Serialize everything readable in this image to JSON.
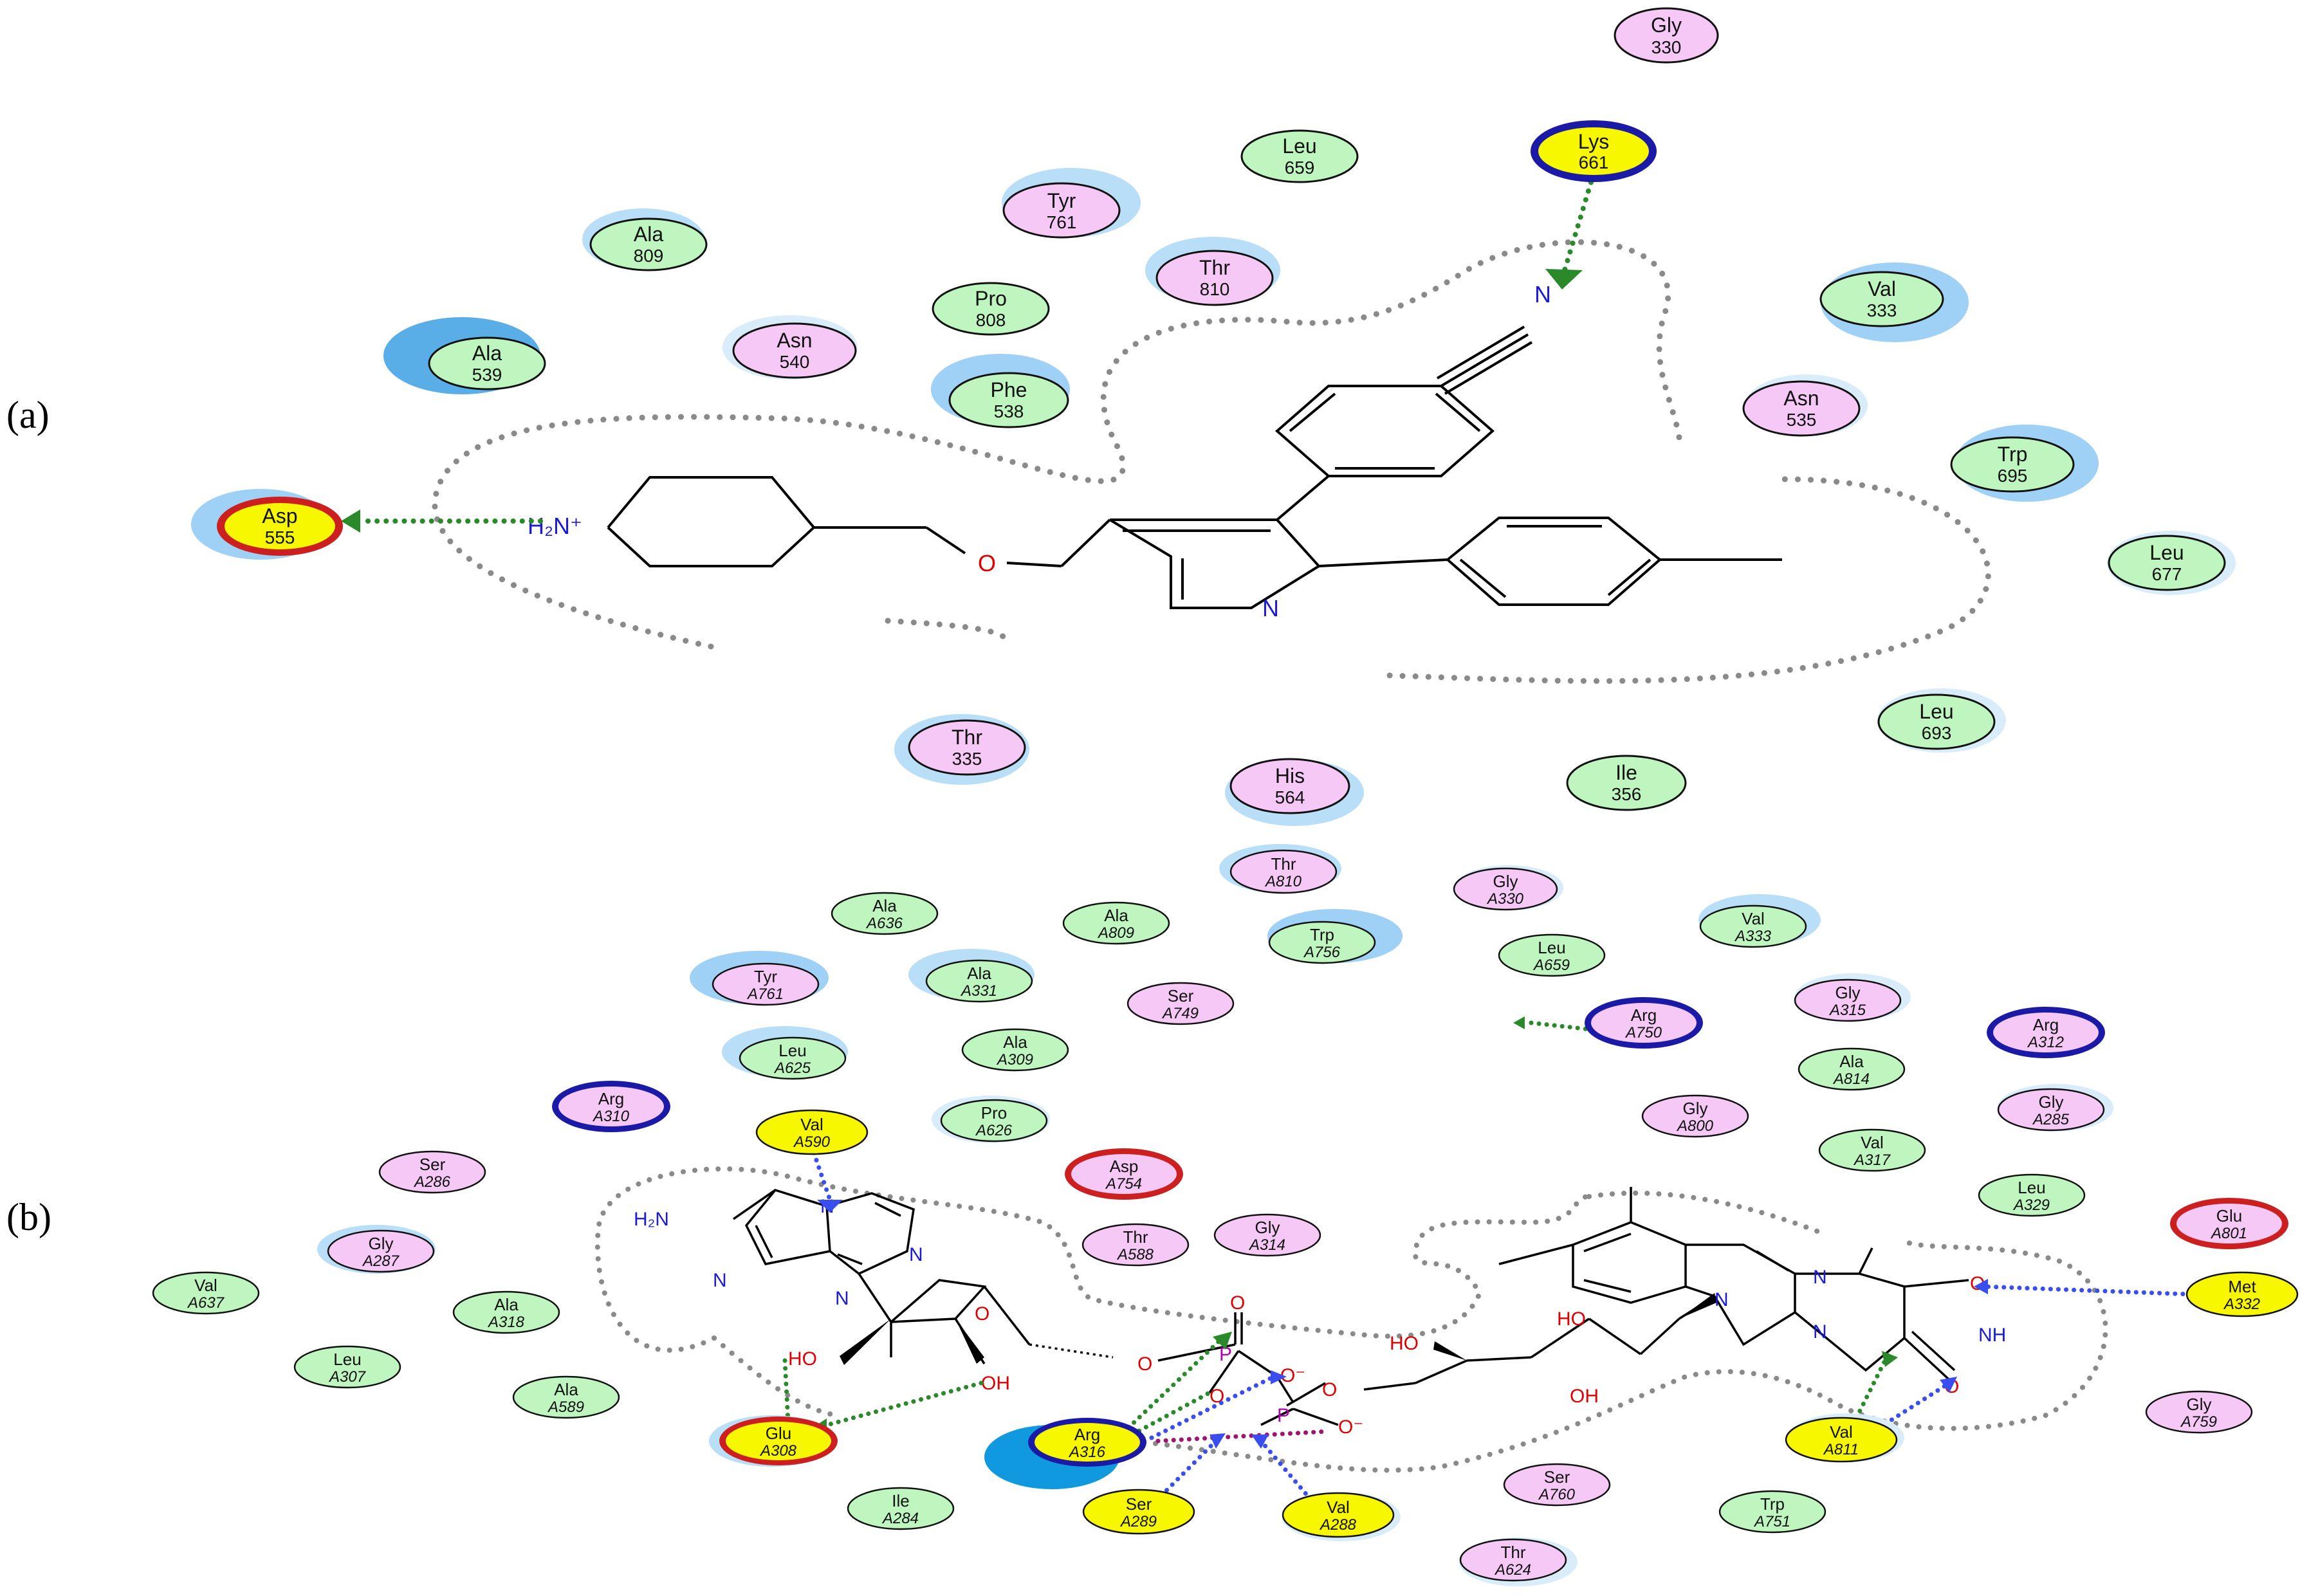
{
  "panels": [
    {
      "label": "(a)"
    },
    {
      "label": "(b)"
    }
  ],
  "colors": {
    "hydrophobic_fill": "#bff5bf",
    "polar_fill": "#f5c8f5",
    "key_fill": "#f7f700",
    "charged_positive_ring": "#1a1aa6",
    "charged_negative_ring": "#cc1f1f",
    "exposure_halo": "#4fa8e8",
    "hbond_backbone": "#2a8a2a",
    "hbond_sidechain": "#3a4ef0",
    "salt_bridge": "#a0146e",
    "pocket_outline": "#8a8a8a",
    "nitrogen": "#1a1ad8",
    "oxygen": "#e00000",
    "phosphorus": "#b000b0"
  },
  "residues_a": [
    {
      "name": "Gly",
      "num": "330"
    },
    {
      "name": "Lys",
      "num": "661"
    },
    {
      "name": "Leu",
      "num": "659"
    },
    {
      "name": "Tyr",
      "num": "761"
    },
    {
      "name": "Ala",
      "num": "809"
    },
    {
      "name": "Thr",
      "num": "810"
    },
    {
      "name": "Pro",
      "num": "808"
    },
    {
      "name": "Val",
      "num": "333"
    },
    {
      "name": "Asn",
      "num": "540"
    },
    {
      "name": "Ala",
      "num": "539"
    },
    {
      "name": "Phe",
      "num": "538"
    },
    {
      "name": "Asn",
      "num": "535"
    },
    {
      "name": "Trp",
      "num": "695"
    },
    {
      "name": "Asp",
      "num": "555"
    },
    {
      "name": "Leu",
      "num": "677"
    },
    {
      "name": "Leu",
      "num": "693"
    },
    {
      "name": "Thr",
      "num": "335"
    },
    {
      "name": "His",
      "num": "564"
    },
    {
      "name": "Ile",
      "num": "356"
    }
  ],
  "residues_b": [
    {
      "name": "Thr",
      "num": "A810"
    },
    {
      "name": "Gly",
      "num": "A330"
    },
    {
      "name": "Ala",
      "num": "A636"
    },
    {
      "name": "Ala",
      "num": "A809"
    },
    {
      "name": "Trp",
      "num": "A756"
    },
    {
      "name": "Val",
      "num": "A333"
    },
    {
      "name": "Leu",
      "num": "A659"
    },
    {
      "name": "Tyr",
      "num": "A761"
    },
    {
      "name": "Ala",
      "num": "A331"
    },
    {
      "name": "Ser",
      "num": "A749"
    },
    {
      "name": "Arg",
      "num": "A750"
    },
    {
      "name": "Gly",
      "num": "A315"
    },
    {
      "name": "Arg",
      "num": "A312"
    },
    {
      "name": "Leu",
      "num": "A625"
    },
    {
      "name": "Ala",
      "num": "A309"
    },
    {
      "name": "Ala",
      "num": "A814"
    },
    {
      "name": "Arg",
      "num": "A310"
    },
    {
      "name": "Pro",
      "num": "A626"
    },
    {
      "name": "Gly",
      "num": "A800"
    },
    {
      "name": "Gly",
      "num": "A285"
    },
    {
      "name": "Val",
      "num": "A590"
    },
    {
      "name": "Val",
      "num": "A317"
    },
    {
      "name": "Ser",
      "num": "A286"
    },
    {
      "name": "Asp",
      "num": "A754"
    },
    {
      "name": "Leu",
      "num": "A329"
    },
    {
      "name": "Glu",
      "num": "A801"
    },
    {
      "name": "Gly",
      "num": "A287"
    },
    {
      "name": "Thr",
      "num": "A588"
    },
    {
      "name": "Gly",
      "num": "A314"
    },
    {
      "name": "Val",
      "num": "A637"
    },
    {
      "name": "Ala",
      "num": "A318"
    },
    {
      "name": "Met",
      "num": "A332"
    },
    {
      "name": "Leu",
      "num": "A307"
    },
    {
      "name": "Ala",
      "num": "A589"
    },
    {
      "name": "Gly",
      "num": "A759"
    },
    {
      "name": "Glu",
      "num": "A308"
    },
    {
      "name": "Arg",
      "num": "A316"
    },
    {
      "name": "Val",
      "num": "A811"
    },
    {
      "name": "Ile",
      "num": "A284"
    },
    {
      "name": "Ser",
      "num": "A289"
    },
    {
      "name": "Val",
      "num": "A288"
    },
    {
      "name": "Ser",
      "num": "A760"
    },
    {
      "name": "Trp",
      "num": "A751"
    },
    {
      "name": "Thr",
      "num": "A624"
    }
  ],
  "atoms_a": {
    "nitrile_n": "N",
    "pyridine_n": "N",
    "ether_o": "O",
    "ammonium": "H₂N⁺"
  },
  "atoms_b": {
    "amine": "H₂N",
    "n1": "N",
    "n3": "N",
    "n7": "N",
    "n9": "N",
    "ribose_o": "O",
    "ribose_oh_left": "HO",
    "ribose_oh_right": "OH",
    "linker_o": "O",
    "p1": "P",
    "p2": "P",
    "o_top": "O",
    "o_minus_1": "O⁻",
    "o_bridge": "O",
    "o_minus_2": "O⁻",
    "o_ribitol": "O",
    "rib_ho_1": "HO",
    "rib_ho_2": "HO",
    "rib_oh_3": "OH",
    "flavin_n10": "N",
    "flavin_n5": "N",
    "flavin_n1": "N",
    "flavin_o4": "O",
    "flavin_nh": "NH",
    "flavin_o2": "O"
  }
}
